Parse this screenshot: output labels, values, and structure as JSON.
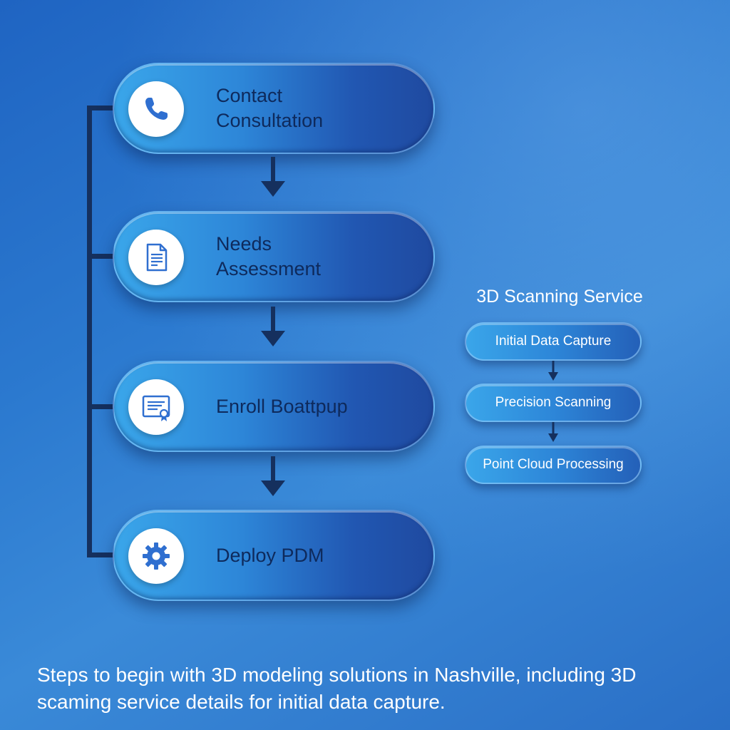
{
  "steps": [
    {
      "label": "Contact\nConsultation",
      "icon": "phone-icon"
    },
    {
      "label": "Needs\nAssessment",
      "icon": "document-icon"
    },
    {
      "label": "Enroll Boattpup",
      "icon": "certificate-icon"
    },
    {
      "label": "Deploy PDM",
      "icon": "gear-icon"
    }
  ],
  "side_panel": {
    "title": "3D Scanning Service",
    "items": [
      {
        "label": "Initial Data Capture"
      },
      {
        "label": "Precision Scanning"
      },
      {
        "label": "Point Cloud Processing"
      }
    ]
  },
  "caption": "Steps to begin with 3D modeling solutions in Nashville, including 3D scaming service details for initial data capture.",
  "colors": {
    "connector": "#15305e",
    "label_text": "#0e2a5c",
    "icon_blue": "#2f6fd0"
  }
}
